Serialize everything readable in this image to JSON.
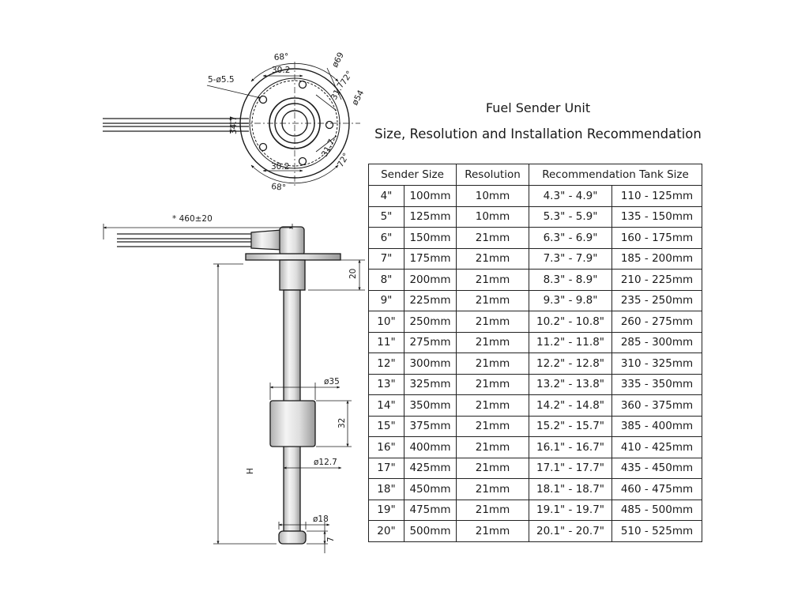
{
  "title": {
    "line1": "Fuel Sender Unit",
    "line2": "Size, Resolution and Installation Recommendation"
  },
  "table": {
    "headers": [
      "Sender Size",
      "Resolution",
      "Recommendation Tank Size"
    ],
    "rows": [
      [
        "4\"",
        "100mm",
        "10mm",
        "4.3\" - 4.9\"",
        "110 - 125mm"
      ],
      [
        "5\"",
        "125mm",
        "10mm",
        "5.3\" - 5.9\"",
        "135 - 150mm"
      ],
      [
        "6\"",
        "150mm",
        "21mm",
        "6.3\" - 6.9\"",
        "160 - 175mm"
      ],
      [
        "7\"",
        "175mm",
        "21mm",
        "7.3\" - 7.9\"",
        "185 - 200mm"
      ],
      [
        "8\"",
        "200mm",
        "21mm",
        "8.3\" - 8.9\"",
        "210 - 225mm"
      ],
      [
        "9\"",
        "225mm",
        "21mm",
        "9.3\" - 9.8\"",
        "235 - 250mm"
      ],
      [
        "10\"",
        "250mm",
        "21mm",
        "10.2\" - 10.8\"",
        "260 - 275mm"
      ],
      [
        "11\"",
        "275mm",
        "21mm",
        "11.2\" - 11.8\"",
        "285 - 300mm"
      ],
      [
        "12\"",
        "300mm",
        "21mm",
        "12.2\" - 12.8\"",
        "310 - 325mm"
      ],
      [
        "13\"",
        "325mm",
        "21mm",
        "13.2\" - 13.8\"",
        "335 - 350mm"
      ],
      [
        "14\"",
        "350mm",
        "21mm",
        "14.2\" - 14.8\"",
        "360 - 375mm"
      ],
      [
        "15\"",
        "375mm",
        "21mm",
        "15.2\" - 15.7\"",
        "385 - 400mm"
      ],
      [
        "16\"",
        "400mm",
        "21mm",
        "16.1\" - 16.7\"",
        "410 - 425mm"
      ],
      [
        "17\"",
        "425mm",
        "21mm",
        "17.1\" - 17.7\"",
        "435 - 450mm"
      ],
      [
        "18\"",
        "450mm",
        "21mm",
        "18.1\" - 18.7\"",
        "460 - 475mm"
      ],
      [
        "19\"",
        "475mm",
        "21mm",
        "19.1\" - 19.7\"",
        "485 - 500mm"
      ],
      [
        "20\"",
        "500mm",
        "21mm",
        "20.1\" - 20.7\"",
        "510 - 525mm"
      ]
    ]
  },
  "top_view": {
    "angle_top": "68°",
    "angle_bottom": "68°",
    "dim_30_2_top": "30.2",
    "dim_30_2_bottom": "30.2",
    "holes": "5-ø5.5",
    "dia_69": "ø69",
    "dia_54": "ø54",
    "angle_72_top": "72°",
    "angle_72_bottom": "72°",
    "dim_31_7_top": "31.7",
    "dim_31_7_bottom": "31.7",
    "dim_34_7": "34.7"
  },
  "side_view": {
    "cable_length": "* 460±20",
    "dim_20": "20",
    "float_dia": "ø35",
    "float_height": "32",
    "tube_dia": "ø12.7",
    "height": "H",
    "end_dia": "ø18",
    "end_height": "7"
  },
  "colors": {
    "line": "#1a1a1a",
    "cable": "#444444",
    "background": "#ffffff"
  }
}
